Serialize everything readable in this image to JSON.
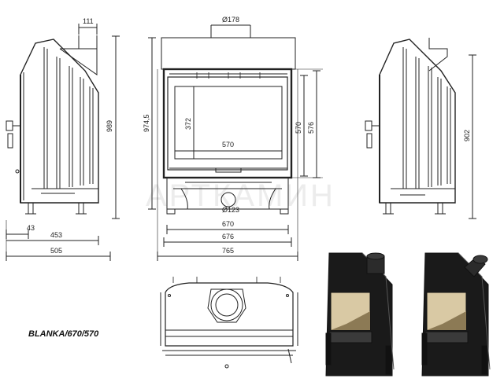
{
  "title": "BLANKA/670/570",
  "watermark": "АРТКАМИН",
  "side_left": {
    "d_flue": "111",
    "h_total": "989",
    "w_foot": "43",
    "w_453": "453",
    "w_505": "505"
  },
  "front": {
    "d_flue": "Ø178",
    "h_total": "974,5",
    "glass_h": "372",
    "glass_w": "570",
    "inner_h": "570",
    "inner_h2": "576",
    "d_air": "Ø123",
    "w_670": "670",
    "w_676": "676",
    "w_765": "765"
  },
  "side_right": {
    "h_total": "902"
  }
}
